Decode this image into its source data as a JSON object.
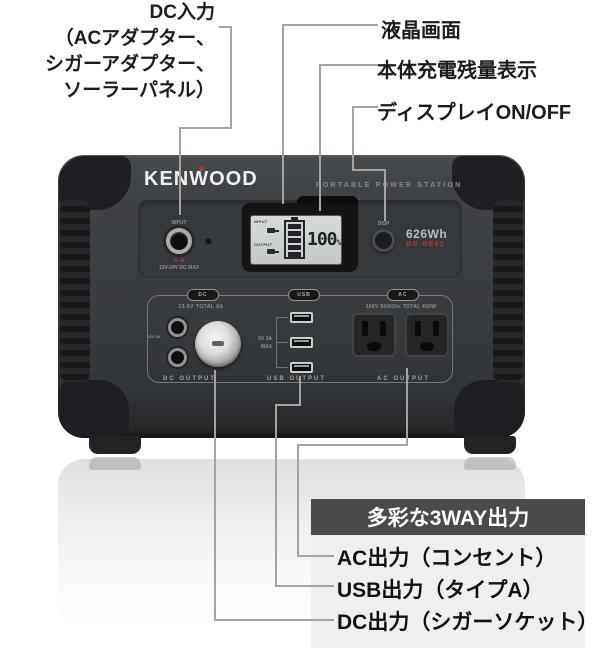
{
  "annotations": {
    "dc_input": {
      "lines": [
        "DC入力",
        "（ACアダプター、",
        "シガーアダプター、",
        "ソーラーパネル）"
      ]
    },
    "lcd_screen": "液晶画面",
    "battery_indicator": "本体充電残量表示",
    "display_toggle": "ディスプレイON/OFF"
  },
  "output_panel": {
    "badge": "多彩な3WAY出力",
    "items": [
      {
        "label": "AC出力（コンセント）"
      },
      {
        "label": "USB出力（タイプA）"
      },
      {
        "label": "DC出力（シガーソケット）"
      }
    ]
  },
  "device": {
    "brand": "KENWOOD",
    "tagline": "PORTABLE POWER STATION",
    "capacity": "626Wh",
    "model": "BN-RB62",
    "display_button_label": "DISP",
    "lcd": {
      "input_label": "INPUT",
      "output_label": "OUTPUT",
      "battery_percent": "100",
      "percent_sign": "%"
    },
    "input_jack": {
      "label": "INPUT",
      "spec": "12V-24V DC MAX"
    },
    "dc_section": {
      "button": "DC",
      "spec": "13.6V TOTAL 8A",
      "jack_spec": "12V 8A",
      "label": "DC OUTPUT"
    },
    "usb_section": {
      "button": "USB",
      "spec_line1": "5V 3A",
      "spec_line2": "MAX",
      "label": "USB OUTPUT"
    },
    "ac_section": {
      "button": "AC",
      "spec": "100V 50/60Hz TOTAL 450W",
      "label": "AC OUTPUT"
    }
  },
  "colors": {
    "callout_line": "#a3a3a3",
    "badge_bg": "#4a4a4a",
    "panel_bg": "#eef0f0",
    "model_red": "#b23a30"
  }
}
